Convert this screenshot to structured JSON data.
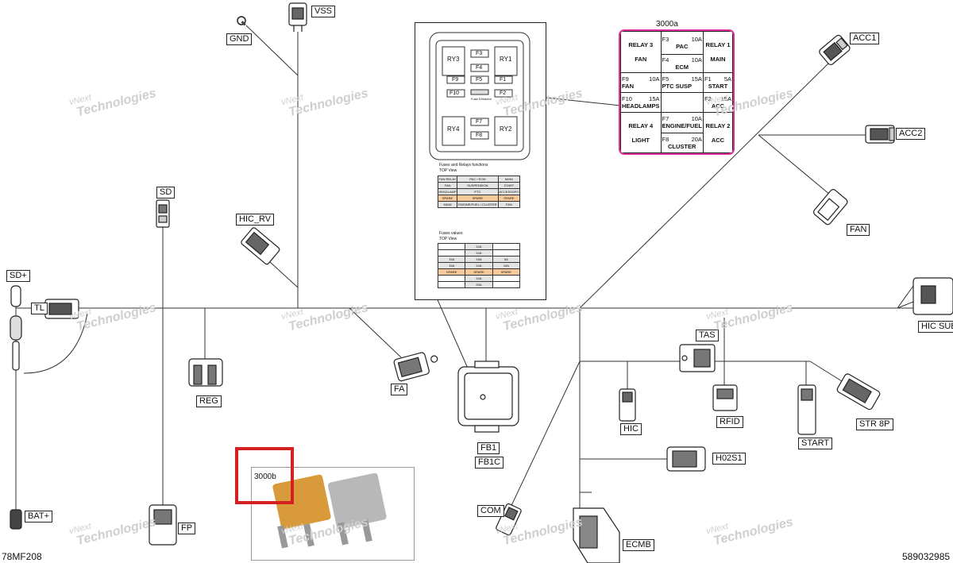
{
  "connectors": {
    "vss": "VSS",
    "gnd": "GND",
    "acc1": "ACC1",
    "acc2": "ACC2",
    "fan": "FAN",
    "sd": "SD",
    "hic_rv": "HIC_RV",
    "sd_plus": "SD+",
    "tl": "TL",
    "reg": "REG",
    "fa": "FA",
    "fb1": "FB1",
    "fb1c": "FB1C",
    "hic_suba": "HIC SUBA",
    "tas": "TAS",
    "hic": "HIC",
    "rfid": "RFID",
    "start": "START",
    "str_8p": "STR 8P",
    "h02s1": "H02S1",
    "com": "COM",
    "ecmb": "ECMB",
    "fp": "FP",
    "bat_plus": "BAT+"
  },
  "watermark": {
    "line1": "vNext",
    "line2": "Technologies"
  },
  "figure_id": "78MF208",
  "part_number": "589032985",
  "fuse_box": {
    "relays": [
      "RY3",
      "RY1",
      "RY4",
      "RY2"
    ],
    "fuses": [
      "F3",
      "F4",
      "F9",
      "F5",
      "F1",
      "F10",
      "F2",
      "F7",
      "F8"
    ],
    "fuse_extractor": "Fuse Extractor",
    "functions_title": "Fuses and Relays functions",
    "functions_view": "TOP View",
    "functions_rows": [
      [
        "FAN RELAY",
        "PAC / ECM",
        "MAIN"
      ],
      [
        "FAN",
        "SUSPENSION",
        "START"
      ],
      [
        "HEADLAMP",
        "PTC",
        "ACCESSORY"
      ],
      [
        "SPARE",
        "SPARE",
        "SPARE"
      ],
      [
        "MAIN",
        "ENGINE/FUEL / CLUSTER",
        "FAN"
      ]
    ],
    "values_title": "Fuses values",
    "values_view": "TOP View",
    "values_rows": [
      [
        "",
        "10A",
        ""
      ],
      [
        "",
        "10A",
        ""
      ],
      [
        "15A",
        "15A",
        "5A"
      ],
      [
        "15A",
        "10A",
        "15A"
      ],
      [
        "SPARE",
        "SPARE",
        "SPARE"
      ],
      [
        "",
        "10A",
        ""
      ],
      [
        "",
        "20A",
        ""
      ]
    ]
  },
  "legend": {
    "title": "3000a",
    "relay3": "RELAY 3",
    "fan": "FAN",
    "f3": "F3",
    "f3_amp": "10A",
    "f3_name": "PAC",
    "f4": "F4",
    "f4_amp": "10A",
    "f4_name": "ECM",
    "relay1": "RELAY 1",
    "main": "MAIN",
    "f9": "F9",
    "f9_amp": "10A",
    "f9_name": "FAN",
    "f5": "F5",
    "f5_amp": "15A",
    "f5_name1": "PTC",
    "f5_name2": "SUSP",
    "f1": "F1",
    "f1_amp": "5A",
    "f1_name": "START",
    "f10": "F10",
    "f10_amp": "15A",
    "f10_name": "HEADLAMPS",
    "f2": "F2",
    "f2_amp": "15A",
    "f2_name": "ACC",
    "relay4": "RELAY 4",
    "light": "LIGHT",
    "f7": "F7",
    "f7_amp": "10A",
    "f7_name": "ENGINE/FUEL",
    "f8": "F8",
    "f8_amp": "20A",
    "f8_name": "CLUSTER",
    "relay2": "RELAY 2",
    "acc": "ACC"
  },
  "photo": {
    "label": "3000b"
  },
  "colors": {
    "legend_border": "#e0309a",
    "highlight": "#d42020",
    "spare": "#f7c99a"
  }
}
